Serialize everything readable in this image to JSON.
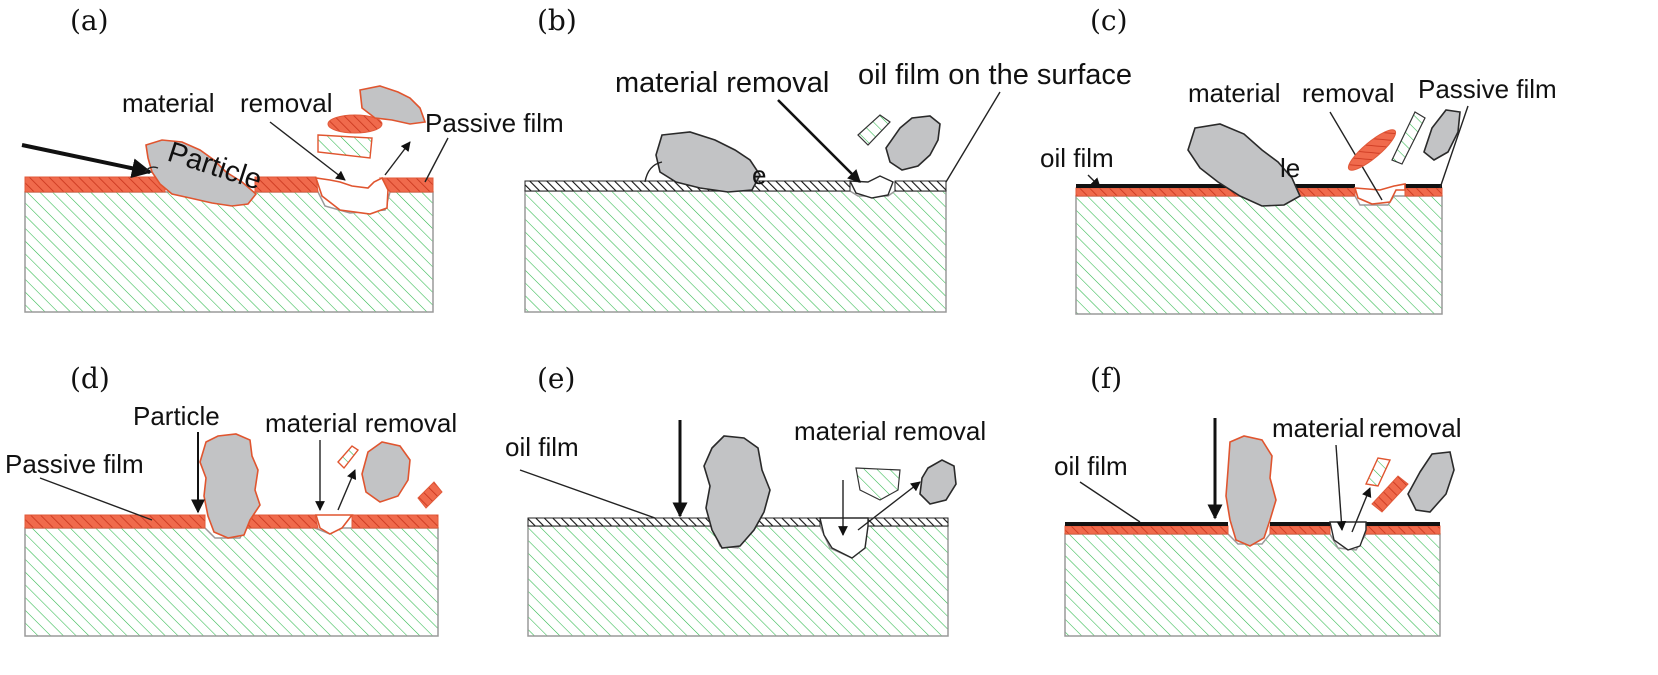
{
  "panels": {
    "a": {
      "label": "(a)",
      "text_material": "material",
      "text_removal": "removal",
      "text_particle": "Particle",
      "text_passive": "Passive film"
    },
    "b": {
      "label": "(b)",
      "text_material_removal": "material removal",
      "text_oil_surface": "oil film on the surface",
      "text_hidden": "e"
    },
    "c": {
      "label": "(c)",
      "text_material": "material",
      "text_removal": "removal",
      "text_passive": "Passive film",
      "text_oil": "oil film",
      "text_hidden": "le"
    },
    "d": {
      "label": "(d)",
      "text_particle": "Particle",
      "text_material_removal": "material removal",
      "text_passive": "Passive film"
    },
    "e": {
      "label": "(e)",
      "text_oil": "oil film",
      "text_material_removal": "material removal"
    },
    "f": {
      "label": "(f)",
      "text_oil": "oil film",
      "text_material": "material",
      "text_removal": "removal"
    }
  },
  "colors": {
    "substrate_hatch": "#2db84b",
    "passive_film": "#e8452a",
    "oil_film": "#1a1a1a",
    "particle": "#c2c3c5"
  }
}
